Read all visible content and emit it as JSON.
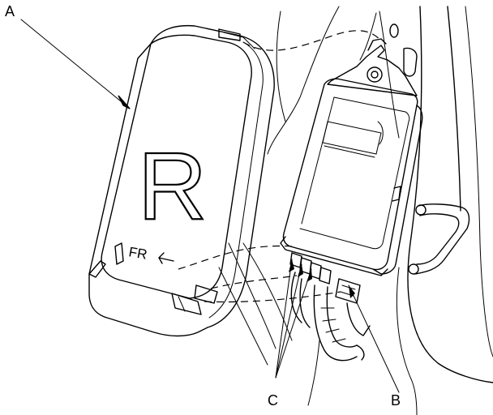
{
  "callouts": {
    "a": "A",
    "b": "B",
    "c": "C"
  },
  "cover_letter": "R",
  "cover_marking": "FR",
  "colors": {
    "line": "#000000",
    "background": "#ffffff"
  }
}
